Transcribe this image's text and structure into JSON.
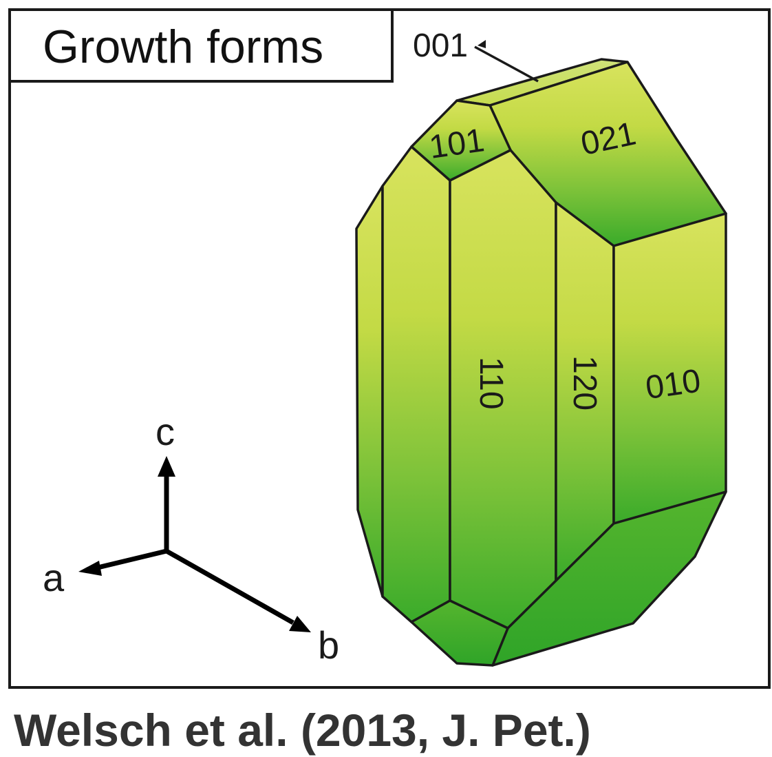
{
  "title": "Growth forms",
  "faces": {
    "f001": "001",
    "f101": "101",
    "f021": "021",
    "f110": "110",
    "f120": "120",
    "f010": "010"
  },
  "axes": {
    "a": "a",
    "b": "b",
    "c": "c"
  },
  "citation": "Welsch et al. (2013, J. Pet.)",
  "colors": {
    "crystal_top": "#d6e25a",
    "crystal_mid": "#a9cf3c",
    "crystal_bottom": "#3fae2a",
    "frame": "#1a1a1a"
  }
}
